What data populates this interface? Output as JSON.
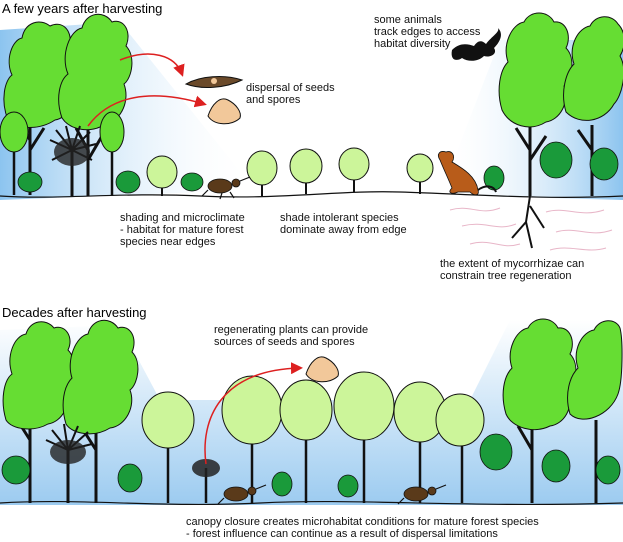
{
  "panels": [
    {
      "title": "A few years after harvesting",
      "labels": {
        "animals": "some animals\ntrack edges to access\nhabitat diversity",
        "dispersal": "dispersal of seeds\nand spores",
        "shading": "shading and microclimate\n- habitat for mature forest\nspecies near edges",
        "shade_intolerant": "shade intolerant species\ndominate away from edge",
        "mycorrhizae": "the extent of mycorrhizae can\nconstrain tree regeneration"
      }
    },
    {
      "title": "Decades after harvesting",
      "labels": {
        "regenerating": "regenerating plants can provide\nsources of seeds and spores",
        "canopy": "canopy closure creates microhabitat conditions for mature forest species\n- forest influence can continue as a result of dispersal limitations"
      }
    }
  ],
  "icons": [
    "tree-icon",
    "young-tree-icon",
    "tree-fern-icon",
    "seed-icon",
    "spore-icon",
    "bat-icon",
    "kangaroo-icon",
    "beetle-icon",
    "root-icon",
    "arrow-icon"
  ],
  "colors": {
    "mature_canopy": "#66dd33",
    "young_canopy": "#ccf59a",
    "shrub": "#1a9a3a",
    "sky_shade": "#a9d4f2",
    "arrow": "#dd2020",
    "trunk": "#111111",
    "mycorrhizae": "#e8b6c8",
    "kangaroo": "#b85c1a",
    "beetle": "#5a3a1a",
    "seed": "#f2c89a"
  }
}
